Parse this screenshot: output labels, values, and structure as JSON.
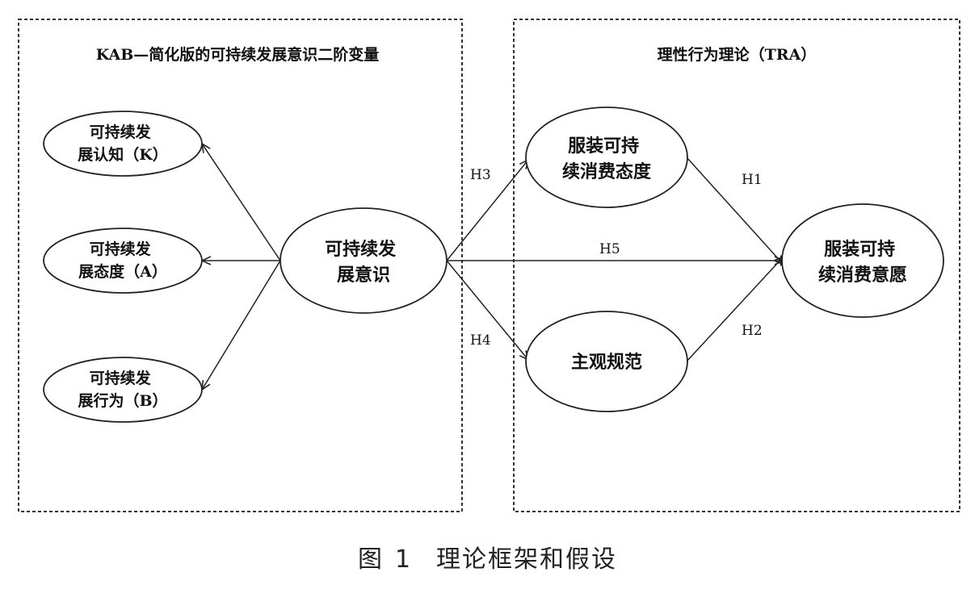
{
  "groups": {
    "kab": {
      "title": "KAB—简化版的可持续发展意识二阶变量"
    },
    "tra": {
      "title": "理性行为理论（TRA）"
    }
  },
  "nodes": {
    "knowledge": {
      "lines": [
        "可持续发",
        "展认知（K）"
      ]
    },
    "attitude": {
      "lines": [
        "可持续发",
        "展态度（A）"
      ]
    },
    "behavior": {
      "lines": [
        "可持续发",
        "展行为（B）"
      ]
    },
    "awareness": {
      "lines": [
        "可持续发",
        "展意识"
      ]
    },
    "clothing_attitude": {
      "lines": [
        "服装可持",
        "续消费态度"
      ]
    },
    "subjective_norm": {
      "lines": [
        "主观规范"
      ]
    },
    "intention": {
      "lines": [
        "服装可持",
        "续消费意愿"
      ]
    }
  },
  "hypotheses": {
    "h1": "H1",
    "h2": "H2",
    "h3": "H3",
    "h4": "H4",
    "h5": "H5"
  },
  "caption": {
    "label": "图",
    "number": "1",
    "text": "理论框架和假设"
  }
}
